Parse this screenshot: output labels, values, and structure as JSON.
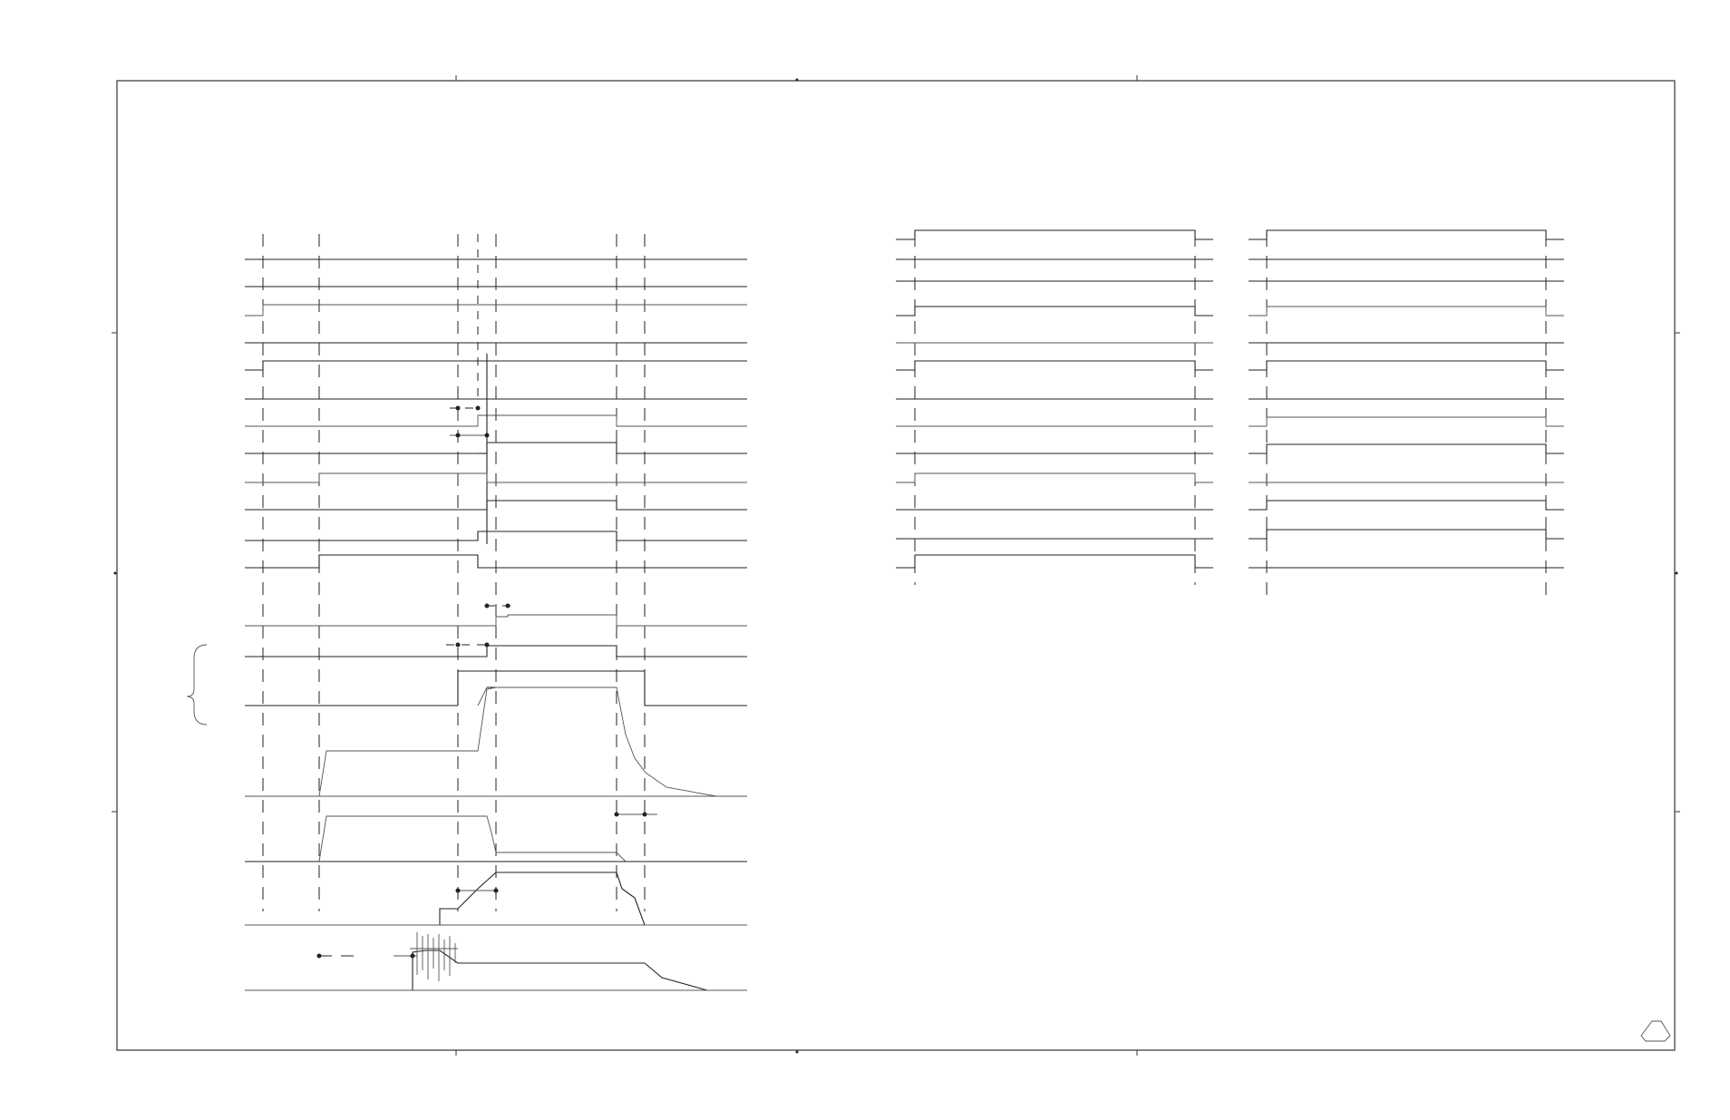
{
  "diagram": {
    "type": "timing-chart",
    "panels": [
      "left-sequence",
      "right-sequence-a",
      "right-sequence-b"
    ],
    "revision_marker": "triangle-icon"
  },
  "colors": {
    "line": "#222222",
    "background": "#ffffff"
  }
}
